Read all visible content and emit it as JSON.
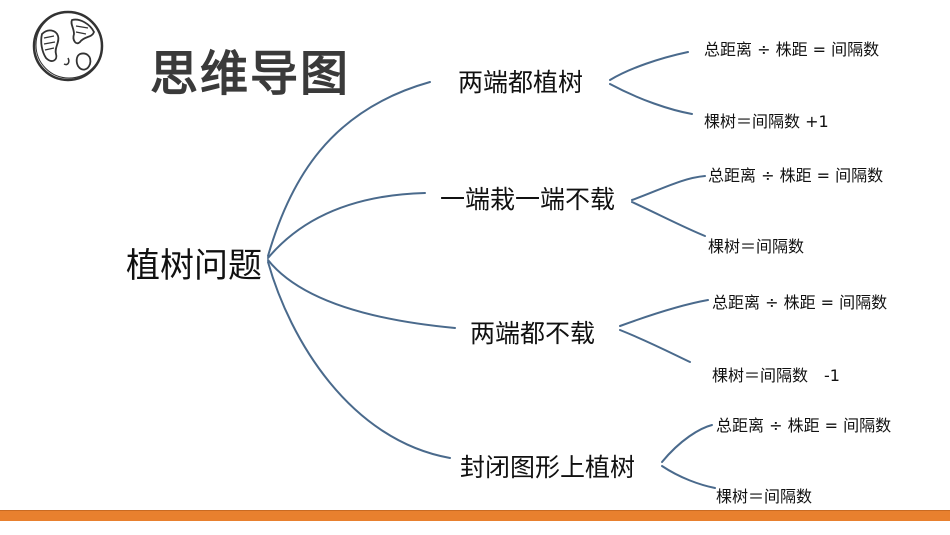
{
  "title": "思维导图",
  "root": "植树问题",
  "branches": [
    {
      "label": "两端都植树",
      "formulas": [
        "总距离 ÷ 株距 = 间隔数",
        "棵树＝间隔数 +1"
      ]
    },
    {
      "label": "一端栽一端不载",
      "formulas": [
        "总距离 ÷ 株距 = 间隔数",
        "棵树＝间隔数"
      ]
    },
    {
      "label": "两端都不载",
      "formulas": [
        "总距离 ÷ 株距 = 间隔数",
        "棵树＝间隔数　-1"
      ]
    },
    {
      "label": "封闭图形上植树",
      "formulas": [
        "总距离 ÷ 株距 = 间隔数",
        "棵树＝间隔数"
      ]
    }
  ],
  "colors": {
    "connector": "#4a6a8c",
    "footer_bar": "#e8802e"
  },
  "icons": {
    "logo": "globe-icon"
  }
}
